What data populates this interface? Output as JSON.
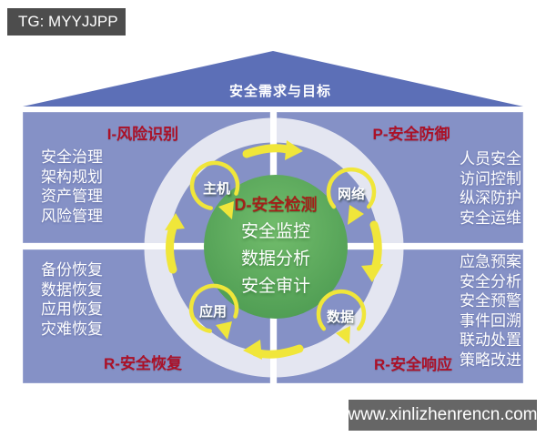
{
  "header": {
    "tag_label": "TG: MYYJJPP"
  },
  "roof": {
    "label": "安全需求与目标"
  },
  "quadrants": [
    {
      "key": "risk-identification",
      "title": "I-风险识别",
      "items": [
        "安全治理",
        "架构规划",
        "资产管理",
        "风险管理"
      ]
    },
    {
      "key": "security-defense",
      "title": "P-安全防御",
      "items": [
        "人员安全",
        "访问控制",
        "纵深防护",
        "安全运维"
      ]
    },
    {
      "key": "security-recovery",
      "title": "R-安全恢复",
      "items": [
        "备份恢复",
        "数据恢复",
        "应用恢复",
        "灾难恢复"
      ]
    },
    {
      "key": "security-response",
      "title": "R-安全响应",
      "items": [
        "应急预案",
        "安全分析",
        "安全预警",
        "事件回溯",
        "联动处置",
        "策略改进"
      ]
    }
  ],
  "center": {
    "title": "D-安全检测",
    "items": [
      "安全监控",
      "数据分析",
      "安全审计"
    ]
  },
  "ring_labels": [
    {
      "key": "host",
      "label": "主机"
    },
    {
      "key": "network",
      "label": "网络"
    },
    {
      "key": "application",
      "label": "应用"
    },
    {
      "key": "data",
      "label": "数据"
    }
  ],
  "footer": {
    "site": "www.xinlizhenrencn.com"
  },
  "colors": {
    "quadrant_bg": "#8591C6",
    "ring": "#E4E6F1",
    "center_green": "#55A259",
    "arrow_yellow": "#F0E63A",
    "title_red": "#AB1128",
    "roof_blue": "#5C6FB7",
    "tag_box": "#4D4D4D",
    "url_box": "#666666"
  }
}
